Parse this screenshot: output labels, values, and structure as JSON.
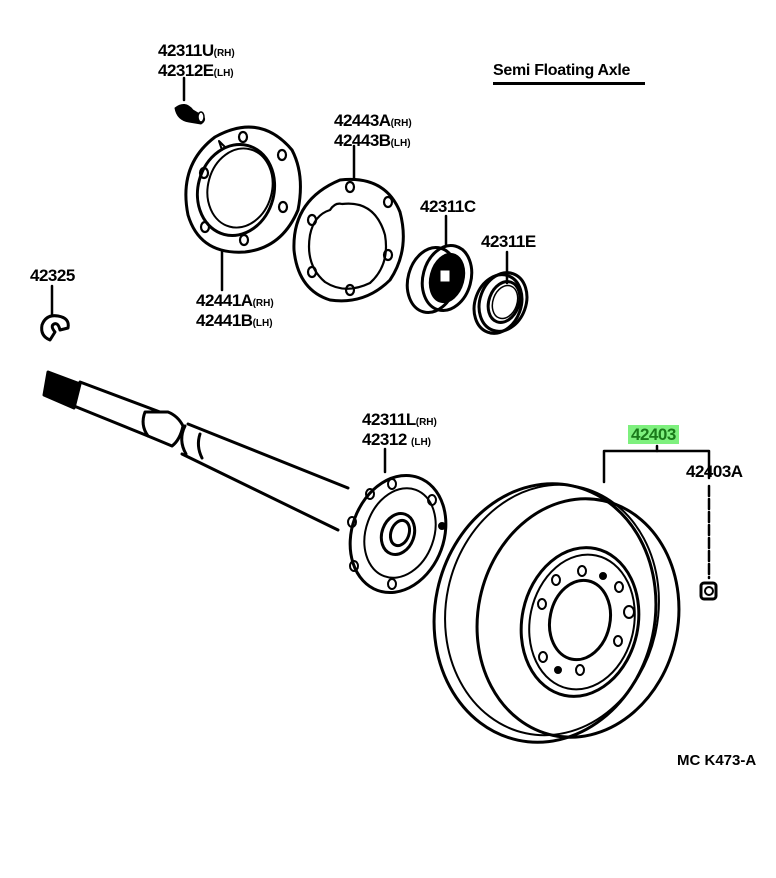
{
  "diagram": {
    "title": "Semi Floating Axle",
    "code": "MC K473-A",
    "highlight_color": "#7ef07e",
    "parts": [
      {
        "id": "bolt",
        "lines": [
          {
            "num": "42311U",
            "side": "(RH)"
          },
          {
            "num": "42312E",
            "side": "(LH)"
          }
        ]
      },
      {
        "id": "gasket",
        "lines": [
          {
            "num": "42443A",
            "side": "(RH)"
          },
          {
            "num": "42443B",
            "side": "(LH)"
          }
        ]
      },
      {
        "id": "bearing",
        "lines": [
          {
            "num": "42311C",
            "side": ""
          }
        ]
      },
      {
        "id": "oil-seal",
        "lines": [
          {
            "num": "42311E",
            "side": ""
          }
        ]
      },
      {
        "id": "retainer",
        "lines": [
          {
            "num": "42441A",
            "side": "(RH)"
          },
          {
            "num": "42441B",
            "side": "(LH)"
          }
        ]
      },
      {
        "id": "clip",
        "lines": [
          {
            "num": "42325",
            "side": ""
          }
        ]
      },
      {
        "id": "axle-shaft",
        "lines": [
          {
            "num": "42311L",
            "side": "(RH)"
          },
          {
            "num": "42312",
            "side": "(LH)"
          }
        ]
      },
      {
        "id": "brake-drum",
        "lines": [
          {
            "num": "42403",
            "side": ""
          }
        ],
        "highlighted": true
      },
      {
        "id": "plug",
        "lines": [
          {
            "num": "42403A",
            "side": ""
          }
        ]
      }
    ]
  }
}
